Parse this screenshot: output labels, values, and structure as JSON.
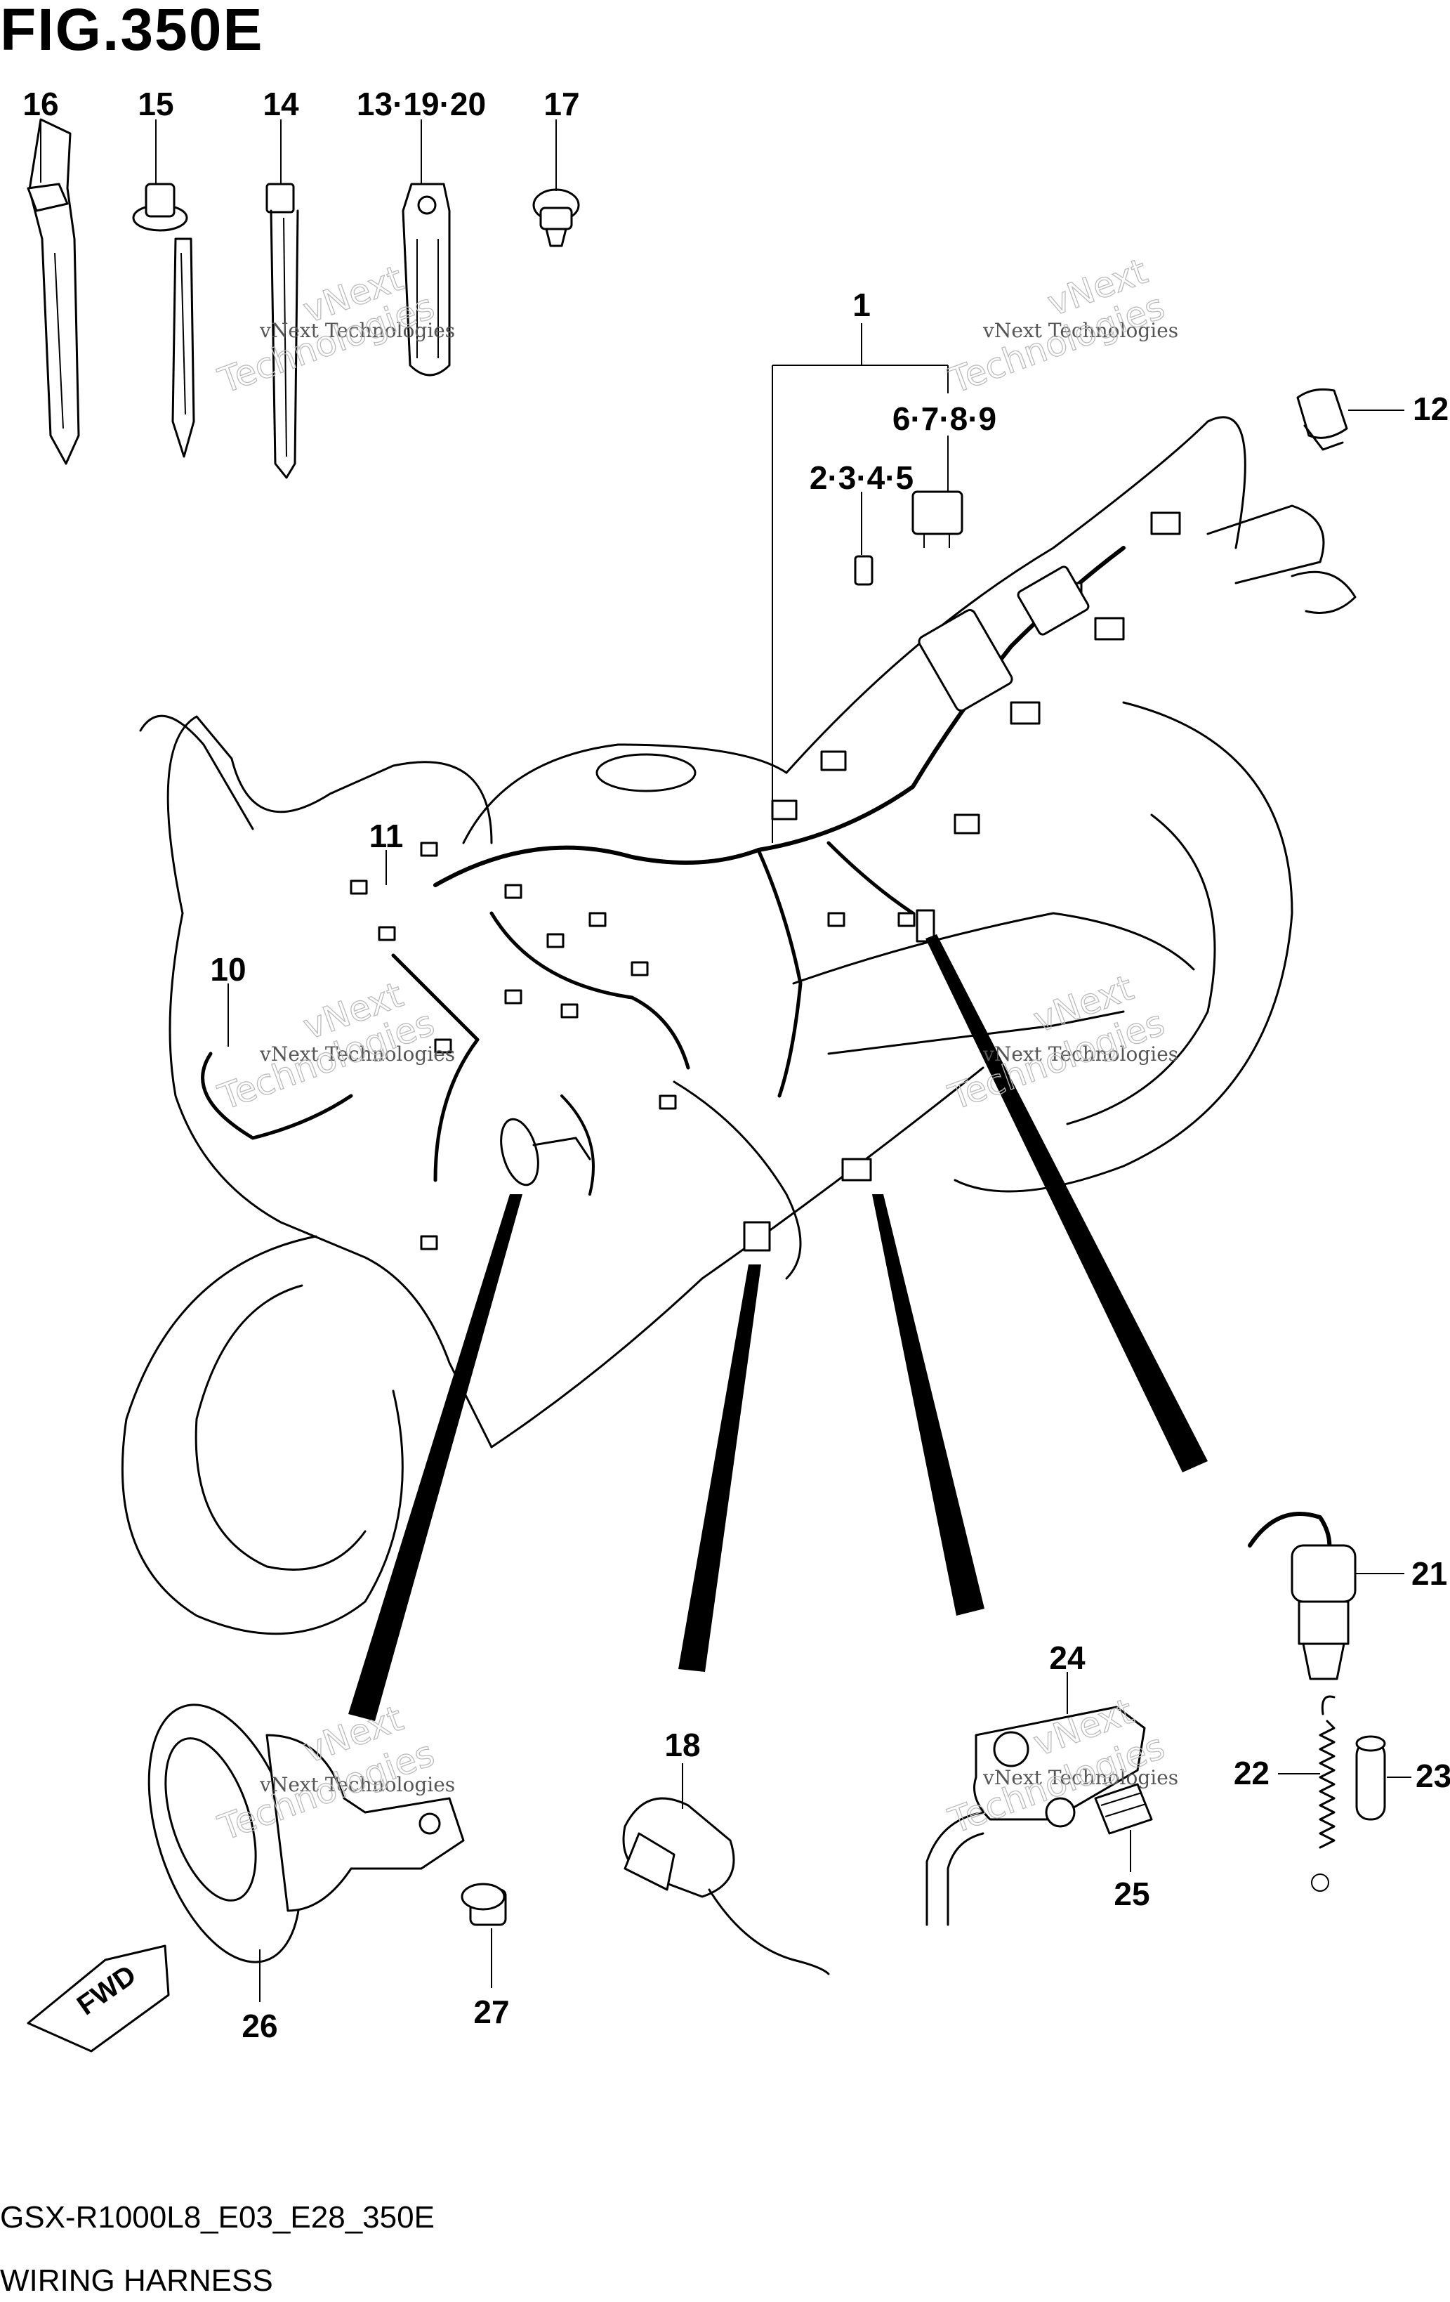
{
  "figure": {
    "title": "FIG.350E",
    "model_code": "GSX-R1000L8_E03_E28_350E",
    "section_name": "WIRING HARNESS"
  },
  "callouts": {
    "c1": "1",
    "c2345": "2·3·4·5",
    "c6789": "6·7·8·9",
    "c10": "10",
    "c11": "11",
    "c12": "12",
    "c131920": "13·19·20",
    "c14": "14",
    "c15": "15",
    "c16": "16",
    "c17": "17",
    "c18": "18",
    "c21": "21",
    "c22": "22",
    "c23": "23",
    "c24": "24",
    "c25": "25",
    "c26": "26",
    "c27": "27"
  },
  "direction_badge": "FWD",
  "watermark": {
    "line1": "vNext Technologies",
    "line2": "vNext",
    "line3": "Technologies"
  }
}
